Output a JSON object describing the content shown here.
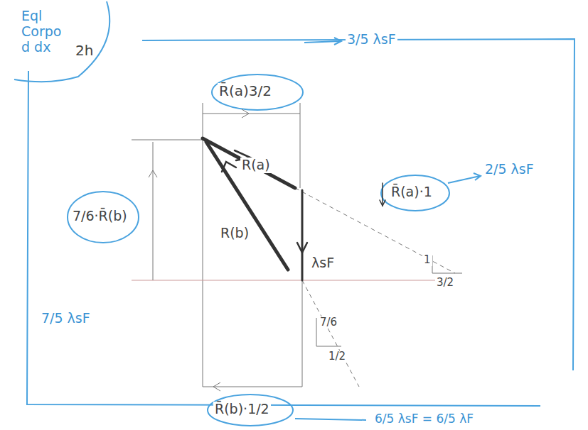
{
  "diagram": {
    "labels": [
      "Eql Corpo d dx",
      "2h",
      "R̄(a)3/2",
      "3/5 λsF",
      "R(a)",
      "R̄(a)·1",
      "2/5 λsF",
      "7/6·R̄(b)",
      "R(b)",
      "λsF",
      "1",
      "3/2",
      "7/5 λsF",
      "7/6",
      "1/2",
      "R̄(b)·1/2",
      "6/5 λsF = 6/5 λF"
    ]
  }
}
